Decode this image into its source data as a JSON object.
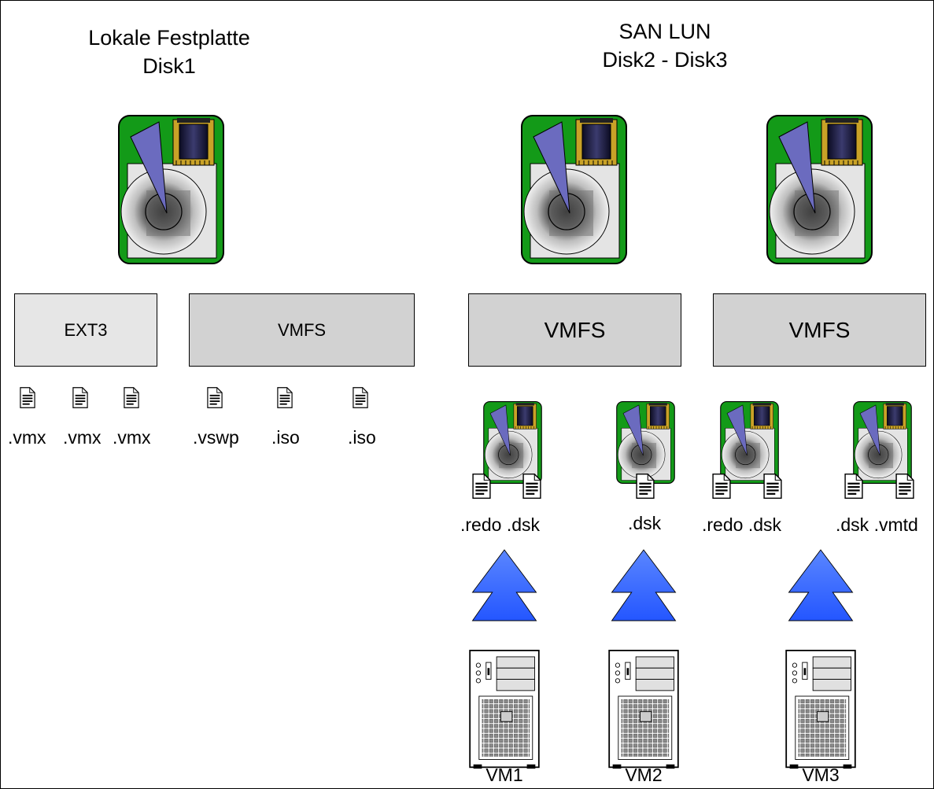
{
  "local": {
    "title_line1": "Lokale Festplatte",
    "title_line2": "Disk1",
    "ext3_label": "EXT3",
    "vmfs_label": "VMFS",
    "files": [
      ".vmx",
      ".vmx",
      ".vmx",
      ".vswp",
      ".iso",
      ".iso"
    ]
  },
  "san": {
    "title_line1": "SAN LUN",
    "title_line2": "Disk2 - Disk3",
    "vmfs_label_1": "VMFS",
    "vmfs_label_2": "VMFS",
    "file_labels": [
      ".redo .dsk",
      ".dsk",
      ".redo .dsk",
      ".dsk .vmtd"
    ]
  },
  "vms": [
    "VM1",
    "VM2",
    "VM3"
  ],
  "colors": {
    "pcb_green": "#139a18",
    "platter_bg": "#e4e4e4",
    "arm": "#6b6bbf",
    "box_light": "#e6e6e6",
    "box_dark": "#d2d2d2",
    "arrow_blue": "#3b6cff"
  }
}
